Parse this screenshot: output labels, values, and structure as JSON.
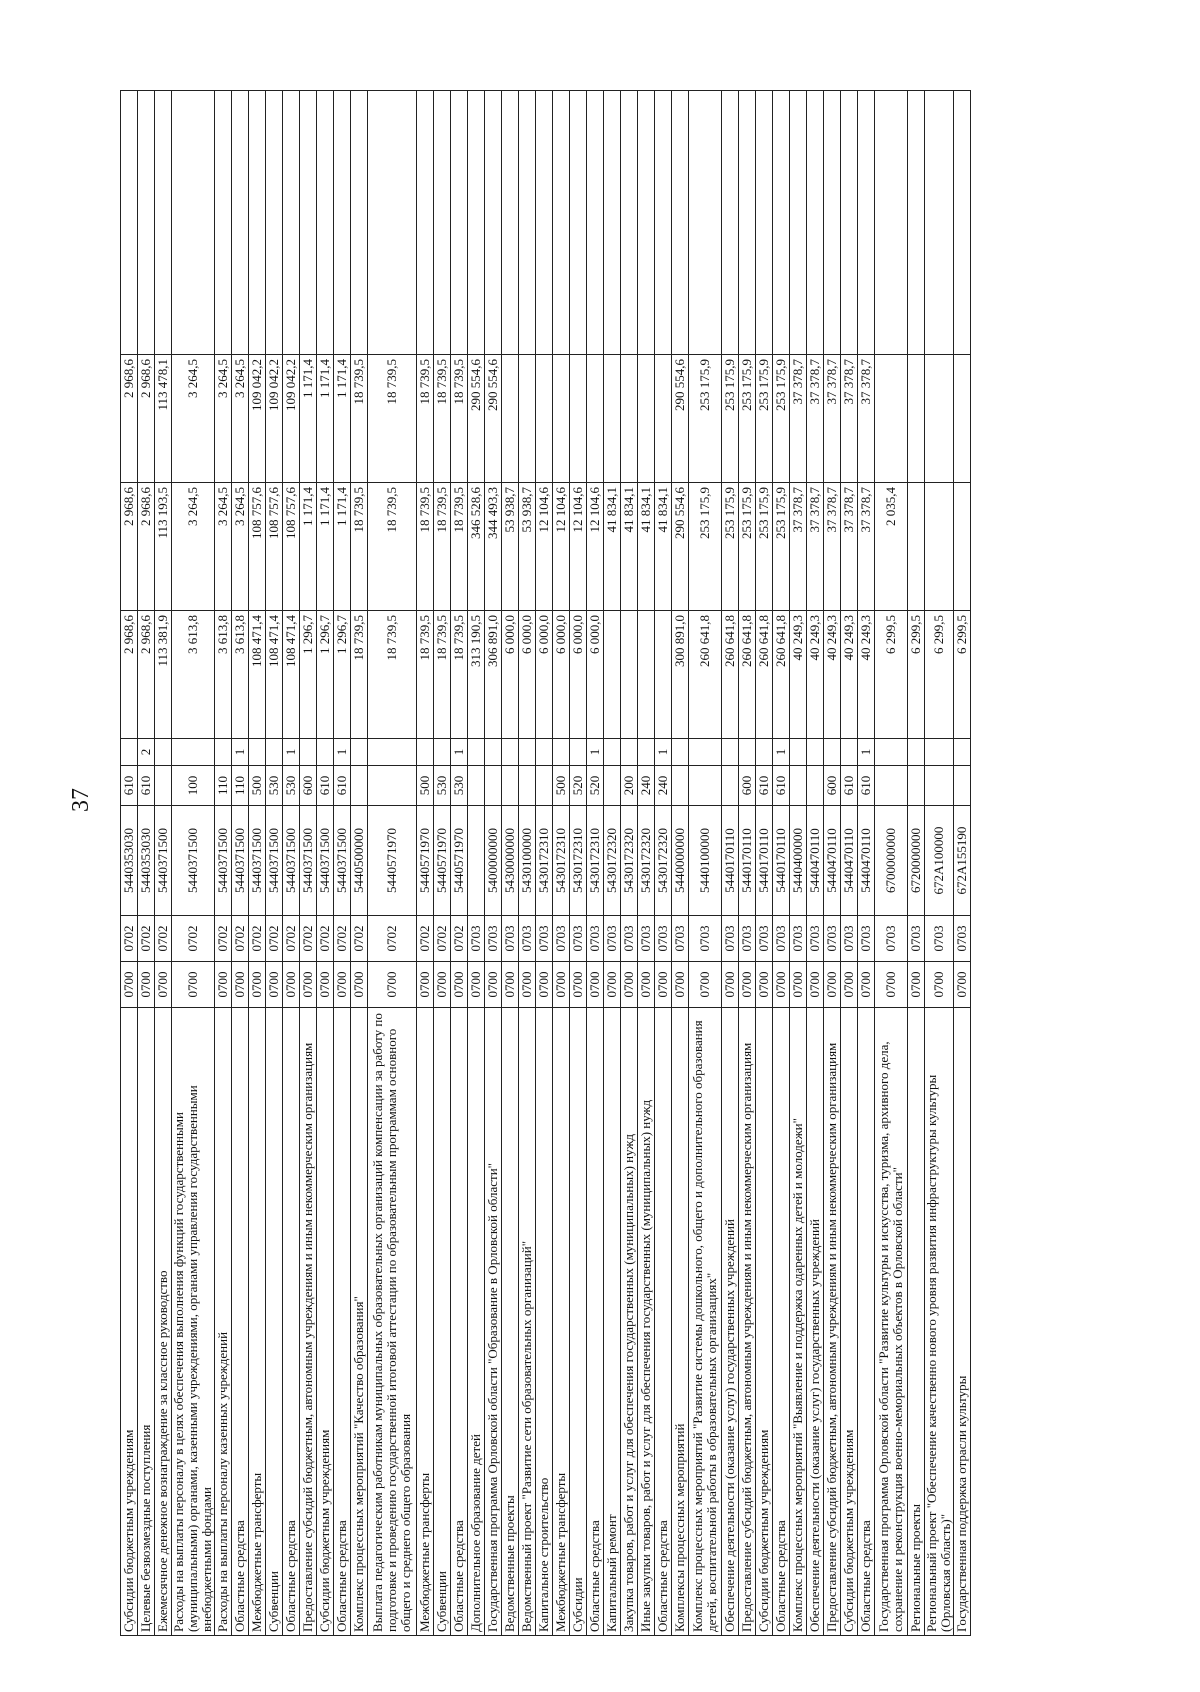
{
  "page_number": "37",
  "rows": [
    {
      "name": "Субсидии бюджетным учреждениям",
      "r": "0700",
      "pr": "0702",
      "cs": "5440353030",
      "vr": "610",
      "ist": "",
      "s1": "2 968,6",
      "s2": "2 968,6",
      "s3": "2 968,6"
    },
    {
      "name": "Целевые безвозмездные поступления",
      "r": "0700",
      "pr": "0702",
      "cs": "5440353030",
      "vr": "610",
      "ist": "2",
      "s1": "2 968,6",
      "s2": "2 968,6",
      "s3": "2 968,6"
    },
    {
      "name": "Ежемесячное денежное вознаграждение за классное руководство",
      "r": "0700",
      "pr": "0702",
      "cs": "5440371500",
      "vr": "",
      "ist": "",
      "s1": "113 381,9",
      "s2": "113 193,5",
      "s3": "113 478,1"
    },
    {
      "name": "Расходы на выплаты персоналу в целях обеспечения выполнения функций государственными (муниципальными) органами, казенными учреждениями, органами управления государственными внебюджетными фондами",
      "r": "0700",
      "pr": "0702",
      "cs": "5440371500",
      "vr": "100",
      "ist": "",
      "s1": "3 613,8",
      "s2": "3 264,5",
      "s3": "3 264,5",
      "h": 2
    },
    {
      "name": "Расходы на выплаты персоналу казенных учреждений",
      "r": "0700",
      "pr": "0702",
      "cs": "5440371500",
      "vr": "110",
      "ist": "",
      "s1": "3 613,8",
      "s2": "3 264,5",
      "s3": "3 264,5"
    },
    {
      "name": "Областные средства",
      "r": "0700",
      "pr": "0702",
      "cs": "5440371500",
      "vr": "110",
      "ist": "1",
      "s1": "3 613,8",
      "s2": "3 264,5",
      "s3": "3 264,5"
    },
    {
      "name": "Межбюджетные трансферты",
      "r": "0700",
      "pr": "0702",
      "cs": "5440371500",
      "vr": "500",
      "ist": "",
      "s1": "108 471,4",
      "s2": "108 757,6",
      "s3": "109 042,2"
    },
    {
      "name": "Субвенции",
      "r": "0700",
      "pr": "0702",
      "cs": "5440371500",
      "vr": "530",
      "ist": "",
      "s1": "108 471,4",
      "s2": "108 757,6",
      "s3": "109 042,2"
    },
    {
      "name": "Областные средства",
      "r": "0700",
      "pr": "0702",
      "cs": "5440371500",
      "vr": "530",
      "ist": "1",
      "s1": "108 471,4",
      "s2": "108 757,6",
      "s3": "109 042,2"
    },
    {
      "name": "Предоставление субсидий бюджетным, автономным учреждениям и иным некоммерческим организациям",
      "r": "0700",
      "pr": "0702",
      "cs": "5440371500",
      "vr": "600",
      "ist": "",
      "s1": "1 296,7",
      "s2": "1 171,4",
      "s3": "1 171,4"
    },
    {
      "name": "Субсидии бюджетным учреждениям",
      "r": "0700",
      "pr": "0702",
      "cs": "5440371500",
      "vr": "610",
      "ist": "",
      "s1": "1 296,7",
      "s2": "1 171,4",
      "s3": "1 171,4"
    },
    {
      "name": "Областные средства",
      "r": "0700",
      "pr": "0702",
      "cs": "5440371500",
      "vr": "610",
      "ist": "1",
      "s1": "1 296,7",
      "s2": "1 171,4",
      "s3": "1 171,4"
    },
    {
      "name": "Комплекс процессных мероприятий \"Качество образования\"",
      "r": "0700",
      "pr": "0702",
      "cs": "5440500000",
      "vr": "",
      "ist": "",
      "s1": "18 739,5",
      "s2": "18 739,5",
      "s3": "18 739,5"
    },
    {
      "name": "Выплата педагогическим работникам муниципальных образовательных организаций компенсации за работу по подготовке и проведению государственной итоговой аттестации по образовательным программам основного общего и среднего общего образования",
      "r": "0700",
      "pr": "0702",
      "cs": "5440571970",
      "vr": "",
      "ist": "",
      "s1": "18 739,5",
      "s2": "18 739,5",
      "s3": "18 739,5",
      "h": 3
    },
    {
      "name": "Межбюджетные трансферты",
      "r": "0700",
      "pr": "0702",
      "cs": "5440571970",
      "vr": "500",
      "ist": "",
      "s1": "18 739,5",
      "s2": "18 739,5",
      "s3": "18 739,5"
    },
    {
      "name": "Субвенции",
      "r": "0700",
      "pr": "0702",
      "cs": "5440571970",
      "vr": "530",
      "ist": "",
      "s1": "18 739,5",
      "s2": "18 739,5",
      "s3": "18 739,5"
    },
    {
      "name": "Областные средства",
      "r": "0700",
      "pr": "0702",
      "cs": "5440571970",
      "vr": "530",
      "ist": "1",
      "s1": "18 739,5",
      "s2": "18 739,5",
      "s3": "18 739,5"
    },
    {
      "name": "Дополнительное образование детей",
      "r": "0700",
      "pr": "0703",
      "cs": "",
      "vr": "",
      "ist": "",
      "s1": "313 190,5",
      "s2": "346 528,6",
      "s3": "290 554,6"
    },
    {
      "name": "Государственная программа Орловской области \"Образование в Орловской области\"",
      "r": "0700",
      "pr": "0703",
      "cs": "5400000000",
      "vr": "",
      "ist": "",
      "s1": "306 891,0",
      "s2": "344 493,3",
      "s3": "290 554,6"
    },
    {
      "name": "Ведомственные проекты",
      "r": "0700",
      "pr": "0703",
      "cs": "5430000000",
      "vr": "",
      "ist": "",
      "s1": "6 000,0",
      "s2": "53 938,7",
      "s3": ""
    },
    {
      "name": "Ведомственный проект \"Развитие сети образовательных организаций\"",
      "r": "0700",
      "pr": "0703",
      "cs": "5430100000",
      "vr": "",
      "ist": "",
      "s1": "6 000,0",
      "s2": "53 938,7",
      "s3": ""
    },
    {
      "name": "Капитальное строительство",
      "r": "0700",
      "pr": "0703",
      "cs": "5430172310",
      "vr": "",
      "ist": "",
      "s1": "6 000,0",
      "s2": "12 104,6",
      "s3": ""
    },
    {
      "name": "Межбюджетные трансферты",
      "r": "0700",
      "pr": "0703",
      "cs": "5430172310",
      "vr": "500",
      "ist": "",
      "s1": "6 000,0",
      "s2": "12 104,6",
      "s3": ""
    },
    {
      "name": "Субсидии",
      "r": "0700",
      "pr": "0703",
      "cs": "5430172310",
      "vr": "520",
      "ist": "",
      "s1": "6 000,0",
      "s2": "12 104,6",
      "s3": ""
    },
    {
      "name": "Областные средства",
      "r": "0700",
      "pr": "0703",
      "cs": "5430172310",
      "vr": "520",
      "ist": "1",
      "s1": "6 000,0",
      "s2": "12 104,6",
      "s3": ""
    },
    {
      "name": "Капитальный ремонт",
      "r": "0700",
      "pr": "0703",
      "cs": "5430172320",
      "vr": "",
      "ist": "",
      "s1": "",
      "s2": "41 834,1",
      "s3": ""
    },
    {
      "name": "Закупка товаров, работ и услуг для обеспечения государственных (муниципальных) нужд",
      "r": "0700",
      "pr": "0703",
      "cs": "5430172320",
      "vr": "200",
      "ist": "",
      "s1": "",
      "s2": "41 834,1",
      "s3": ""
    },
    {
      "name": "Иные закупки товаров, работ и услуг для обеспечения государственных (муниципальных) нужд",
      "r": "0700",
      "pr": "0703",
      "cs": "5430172320",
      "vr": "240",
      "ist": "",
      "s1": "",
      "s2": "41 834,1",
      "s3": ""
    },
    {
      "name": "Областные средства",
      "r": "0700",
      "pr": "0703",
      "cs": "5430172320",
      "vr": "240",
      "ist": "1",
      "s1": "",
      "s2": "41 834,1",
      "s3": ""
    },
    {
      "name": "Комплексы процессных мероприятий",
      "r": "0700",
      "pr": "0703",
      "cs": "5440000000",
      "vr": "",
      "ist": "",
      "s1": "300 891,0",
      "s2": "290 554,6",
      "s3": "290 554,6"
    },
    {
      "name": "Комплекс процессных мероприятий \"Развитие системы дошкольного, общего и дополнительного образования детей, воспитательной работы в образовательных организациях\"",
      "r": "0700",
      "pr": "0703",
      "cs": "5440100000",
      "vr": "",
      "ist": "",
      "s1": "260 641,8",
      "s2": "253 175,9",
      "s3": "253 175,9",
      "h": 2
    },
    {
      "name": "Обеспечение деятельности (оказание услуг) государственных учреждений",
      "r": "0700",
      "pr": "0703",
      "cs": "5440170110",
      "vr": "",
      "ist": "",
      "s1": "260 641,8",
      "s2": "253 175,9",
      "s3": "253 175,9"
    },
    {
      "name": "Предоставление субсидий бюджетным, автономным учреждениям и иным некоммерческим организациям",
      "r": "0700",
      "pr": "0703",
      "cs": "5440170110",
      "vr": "600",
      "ist": "",
      "s1": "260 641,8",
      "s2": "253 175,9",
      "s3": "253 175,9"
    },
    {
      "name": "Субсидии бюджетным учреждениям",
      "r": "0700",
      "pr": "0703",
      "cs": "5440170110",
      "vr": "610",
      "ist": "",
      "s1": "260 641,8",
      "s2": "253 175,9",
      "s3": "253 175,9"
    },
    {
      "name": "Областные средства",
      "r": "0700",
      "pr": "0703",
      "cs": "5440170110",
      "vr": "610",
      "ist": "1",
      "s1": "260 641,8",
      "s2": "253 175,9",
      "s3": "253 175,9"
    },
    {
      "name": "Комплекс процессных мероприятий \"Выявление и поддержка одаренных детей и молодежи\"",
      "r": "0700",
      "pr": "0703",
      "cs": "5440400000",
      "vr": "",
      "ist": "",
      "s1": "40 249,3",
      "s2": "37 378,7",
      "s3": "37 378,7"
    },
    {
      "name": "Обеспечение деятельности (оказание услуг) государственных учреждений",
      "r": "0700",
      "pr": "0703",
      "cs": "5440470110",
      "vr": "",
      "ist": "",
      "s1": "40 249,3",
      "s2": "37 378,7",
      "s3": "37 378,7"
    },
    {
      "name": "Предоставление субсидий бюджетным, автономным учреждениям и иным некоммерческим организациям",
      "r": "0700",
      "pr": "0703",
      "cs": "5440470110",
      "vr": "600",
      "ist": "",
      "s1": "40 249,3",
      "s2": "37 378,7",
      "s3": "37 378,7"
    },
    {
      "name": "Субсидии бюджетным учреждениям",
      "r": "0700",
      "pr": "0703",
      "cs": "5440470110",
      "vr": "610",
      "ist": "",
      "s1": "40 249,3",
      "s2": "37 378,7",
      "s3": "37 378,7"
    },
    {
      "name": "Областные средства",
      "r": "0700",
      "pr": "0703",
      "cs": "5440470110",
      "vr": "610",
      "ist": "1",
      "s1": "40 249,3",
      "s2": "37 378,7",
      "s3": "37 378,7"
    },
    {
      "name": "Государственная программа Орловской области \"Развитие культуры и искусства, туризма, архивного дела, сохранение и реконструкция военно-мемориальных объектов в Орловской области\"",
      "r": "0700",
      "pr": "0703",
      "cs": "6700000000",
      "vr": "",
      "ist": "",
      "s1": "6 299,5",
      "s2": "2 035,4",
      "s3": "",
      "h": 2
    },
    {
      "name": "Региональные проекты",
      "r": "0700",
      "pr": "0703",
      "cs": "6720000000",
      "vr": "",
      "ist": "",
      "s1": "6 299,5",
      "s2": "",
      "s3": ""
    },
    {
      "name": "Региональный проект \"Обеспечение качественно нового уровня развития инфраструктуры культуры (Орловская область)\"",
      "r": "0700",
      "pr": "0703",
      "cs": "672A100000",
      "vr": "",
      "ist": "",
      "s1": "6 299,5",
      "s2": "",
      "s3": ""
    },
    {
      "name": "Государственная поддержка отрасли культуры",
      "r": "0700",
      "pr": "0703",
      "cs": "672A155190",
      "vr": "",
      "ist": "",
      "s1": "6 299,5",
      "s2": "",
      "s3": ""
    }
  ]
}
